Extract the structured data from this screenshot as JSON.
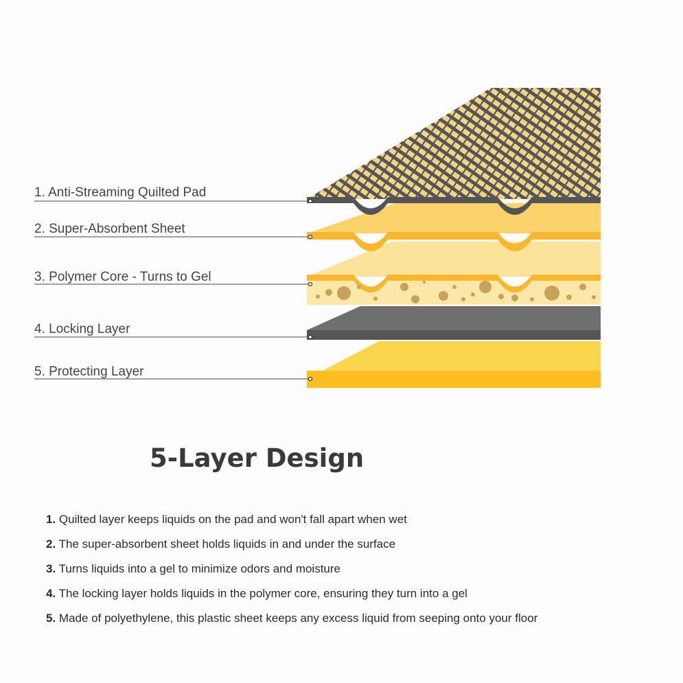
{
  "diagram": {
    "layers": [
      {
        "label": "1. Anti-Streaming Quilted Pad",
        "color": "#555555"
      },
      {
        "label": "2. Super-Absorbent Sheet",
        "color": "#fcd36b"
      },
      {
        "label": "3. Polymer Core - Turns to Gel",
        "color": "#fbe8a8"
      },
      {
        "label": "4. Locking Layer",
        "color": "#5a5a5a"
      },
      {
        "label": "5. Protecting Layer",
        "color": "#fcbd21"
      }
    ],
    "accent_color": "#f7b731"
  },
  "title": "5-Layer Design",
  "features": [
    {
      "num": "1.",
      "text": "Quilted layer keeps liquids on the pad and won't fall apart when wet"
    },
    {
      "num": "2.",
      "text": "The super-absorbent sheet holds liquids in and under the surface"
    },
    {
      "num": "3.",
      "text": "Turns liquids into a gel to minimize odors and moisture"
    },
    {
      "num": "4.",
      "text": "The locking layer holds liquids in the polymer core, ensuring they turn into a gel"
    },
    {
      "num": "5.",
      "text": "Made of polyethylene, this plastic sheet keeps any excess liquid from seeping onto your floor"
    }
  ]
}
